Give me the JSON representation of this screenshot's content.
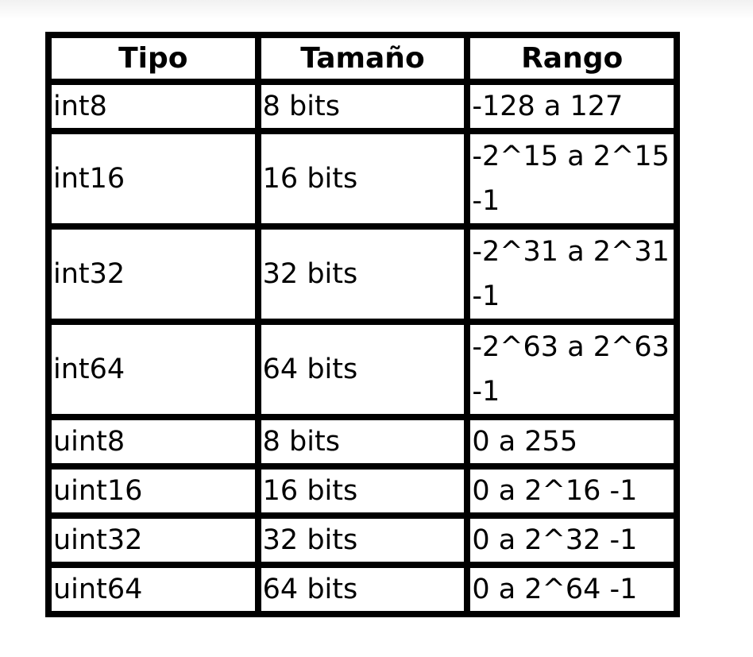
{
  "table": {
    "headers": [
      "Tipo",
      "Tamaño",
      "Rango"
    ],
    "rows": [
      {
        "tipo": "int8",
        "tamano": "8 bits",
        "rango": "-128 a 127"
      },
      {
        "tipo": "int16",
        "tamano": "16 bits",
        "rango": "-2^15 a 2^15 -1"
      },
      {
        "tipo": "int32",
        "tamano": "32 bits",
        "rango": "-2^31 a 2^31 -1"
      },
      {
        "tipo": "int64",
        "tamano": "64 bits",
        "rango": "-2^63 a 2^63 -1"
      },
      {
        "tipo": "uint8",
        "tamano": "8 bits",
        "rango": "0 a 255"
      },
      {
        "tipo": "uint16",
        "tamano": "16 bits",
        "rango": "0 a 2^16 -1"
      },
      {
        "tipo": "uint32",
        "tamano": "32 bits",
        "rango": "0 a 2^32 -1"
      },
      {
        "tipo": "uint64",
        "tamano": "64 bits",
        "rango": "0 a 2^64 -1"
      }
    ]
  }
}
